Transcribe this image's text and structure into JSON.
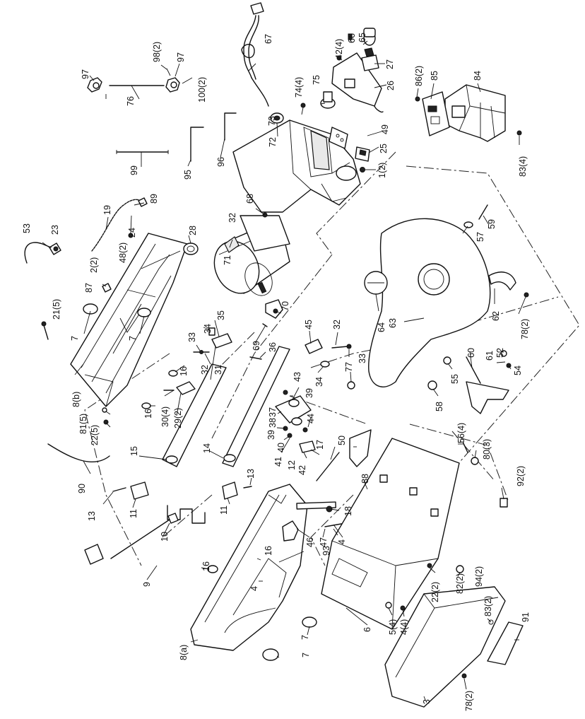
{
  "parts": {
    "p1": "1(2)",
    "p2": "2(2)",
    "p3": "3",
    "p4a": "4",
    "p4b": "4",
    "p4c": "4(4)",
    "p5": "5(4)",
    "p6": "6",
    "p7a": "7",
    "p7b": "7",
    "p7c": "7",
    "p7d": "7",
    "p8a": "8(a)",
    "p8b": "8(b)",
    "p9": "9",
    "p10": "10",
    "p11a": "11",
    "p11b": "11",
    "p12": "12",
    "p13a": "13",
    "p13b": "13",
    "p14": "14",
    "p15": "15",
    "p16a": "16",
    "p16b": "16",
    "p16c": "16",
    "p16d": "16",
    "p17": "17",
    "p18": "18",
    "p19": "19",
    "p21": "21(5)",
    "p22a": "22(5)",
    "p22b": "22(2)",
    "p23": "23",
    "p24": "24",
    "p25": "25",
    "p26": "26",
    "p27": "27",
    "p28": "28",
    "p29": "29(2)",
    "p30": "30(4)",
    "p31": "31",
    "p32a": "32",
    "p32b": "32",
    "p32c": "32",
    "p33a": "33",
    "p33b": "33",
    "p34a": "34",
    "p34b": "34",
    "p35": "35",
    "p36": "36",
    "p37": "37",
    "p38": "38",
    "p39a": "39",
    "p39b": "39",
    "p40": "40",
    "p41": "41",
    "p42a": "42(4)",
    "p42b": "42",
    "p43": "43",
    "p44": "44",
    "p45": "45",
    "p46": "46",
    "p47": "47",
    "p48": "48(2)",
    "p49": "49",
    "p50": "50",
    "p52": "52",
    "p53": "53",
    "p54": "54",
    "p55": "55",
    "p56": "56(4)",
    "p57": "57",
    "p58": "58",
    "p59": "59",
    "p60": "60",
    "p61": "61",
    "p62": "62",
    "p63": "63",
    "p64": "64",
    "p65": "65",
    "p66": "66",
    "p67": "67",
    "p68": "68",
    "p69": "69",
    "p70": "70",
    "p71": "71",
    "p72": "72",
    "p73": "73",
    "p74": "74(4)",
    "p75": "75",
    "p76": "76",
    "p77": "77",
    "p78a": "78(2)",
    "p78b": "78(2)",
    "p80": "80(3)",
    "p81": "81(5)",
    "p82": "82(2)",
    "p83a": "83(4)",
    "p83b": "83(2)",
    "p84": "84",
    "p85": "85",
    "p86": "86(2)",
    "p87": "87",
    "p88": "88",
    "p89": "89",
    "p90": "90",
    "p91": "91",
    "p92": "92(2)",
    "p93": "93",
    "p94": "94(2)",
    "p95": "95",
    "p96": "96",
    "p97a": "97",
    "p97b": "97",
    "p98": "98(2)",
    "p99": "99",
    "p100": "100(2)"
  }
}
